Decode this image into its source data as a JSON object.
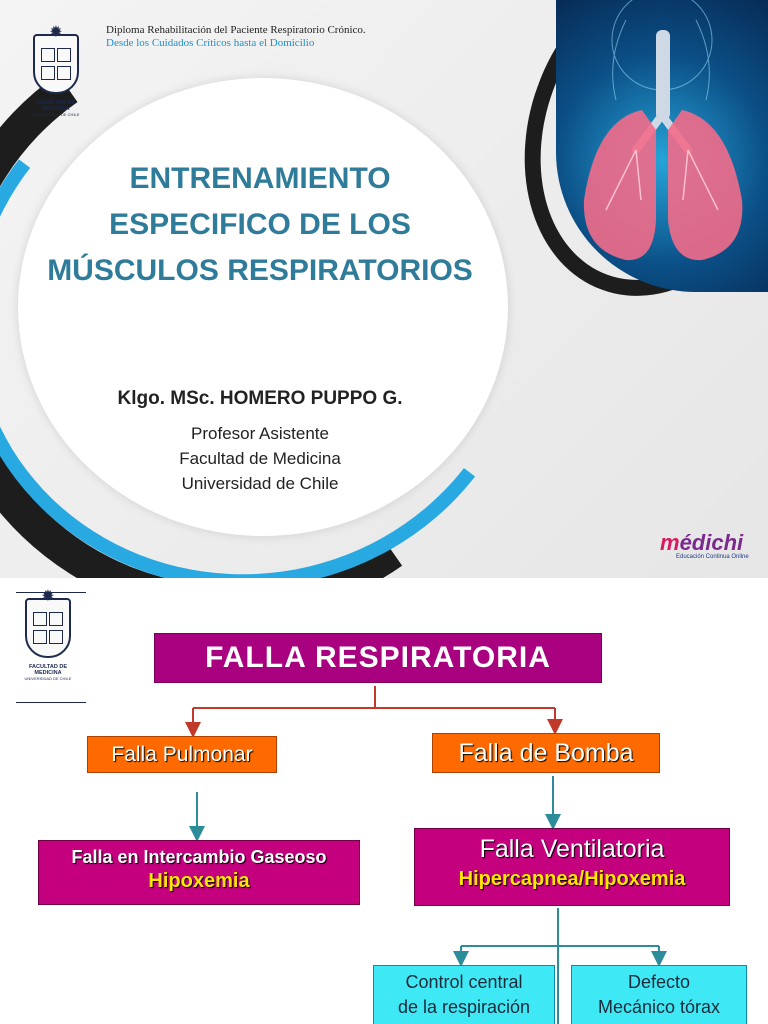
{
  "slide1": {
    "diploma_line1": "Diploma Rehabilitación del Paciente Respiratorio Crónico.",
    "diploma_line2": "Desde los Cuidados Críticos hasta el Domicilio",
    "logo_line1": "FACULTAD DE MEDICINA",
    "logo_line2": "UNIVERSIDAD DE CHILE",
    "title": "ENTRENAMIENTO ESPECIFICO DE LOS MÚSCULOS RESPIRATORIOS",
    "author": "Klgo. MSc. HOMERO  PUPPO  G.",
    "affiliation": [
      "Profesor Asistente",
      "Facultad de Medicina",
      "Universidad de Chile"
    ],
    "brand": {
      "letter": "m",
      "rest": "édichi",
      "tagline": "Educación Continua Online"
    }
  },
  "slide2": {
    "logo_line1": "FACULTAD DE MEDICINA",
    "logo_line2": "UNIVERSIDAD DE CHILE",
    "main": "FALLA  RESPIRATORIA",
    "pulmonar": "Falla Pulmonar",
    "bomba": "Falla de Bomba",
    "gaseoso": {
      "line1": "Falla en Intercambio Gaseoso",
      "line2": "Hipoxemia"
    },
    "ventilatoria": {
      "line1": "Falla  Ventilatoria",
      "line2": "Hipercapnea/Hipoxemia"
    },
    "control": [
      "Control central",
      "de la respiración"
    ],
    "defecto": [
      "Defecto",
      "Mecánico tórax"
    ]
  },
  "colors": {
    "title": "#2f7b9a",
    "main_box": "#a8007f",
    "orange_box": "#ff6a00",
    "magenta_box": "#c4007e",
    "cyan_box": "#3fe8f5",
    "arrow_red": "#c0392b",
    "arrow_teal": "#2c8c99"
  }
}
